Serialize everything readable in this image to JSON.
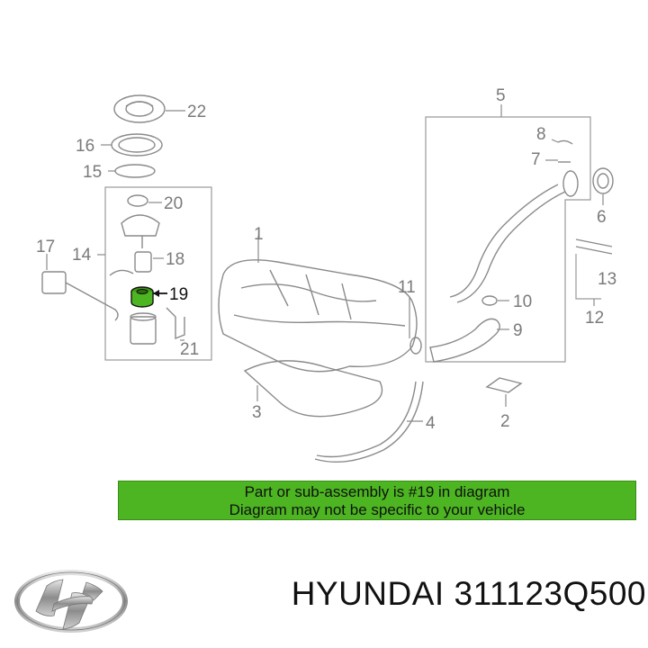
{
  "diagram": {
    "callouts": [
      "22",
      "16",
      "15",
      "20",
      "14",
      "17",
      "18",
      "19",
      "21",
      "1",
      "3",
      "11",
      "4",
      "5",
      "8",
      "7",
      "6",
      "13",
      "12",
      "10",
      "9",
      "2"
    ],
    "highlighted_callout": "19"
  },
  "banner": {
    "line1": "Part or sub-assembly is #19 in diagram",
    "line2": "Diagram may not be specific to your vehicle",
    "color": "#4cb521"
  },
  "brand": {
    "name": "HYUNDAI",
    "part_number": "311123Q500",
    "logo": "hyundai-logo"
  }
}
